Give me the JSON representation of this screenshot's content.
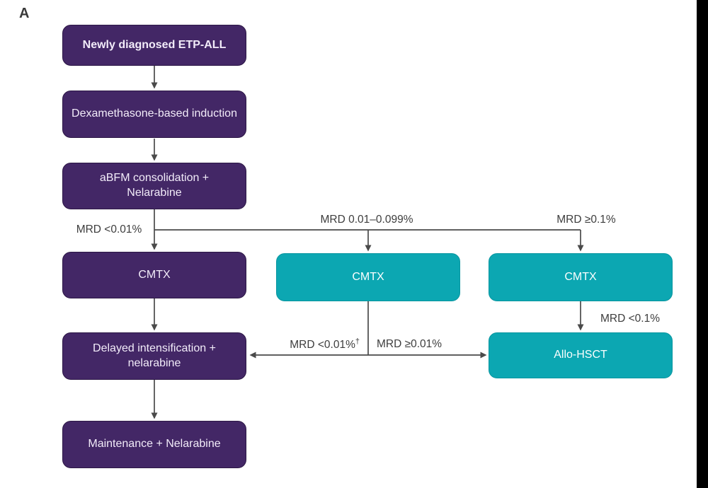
{
  "panel_label": "A",
  "palette": {
    "purple": "#432766",
    "teal": "#0ca7b2",
    "arrow": "#4a4a4a",
    "label_text": "#3d3d3d"
  },
  "diagram": {
    "nodes": {
      "newly_diagnosed": {
        "label": "Newly diagnosed ETP-ALL",
        "color": "purple"
      },
      "induction": {
        "label": "Dexamethasone-based induction",
        "color": "purple"
      },
      "consolidation": {
        "label": "aBFM consolidation + Nelarabine",
        "color": "purple"
      },
      "cmtx_left": {
        "label": "CMTX",
        "color": "purple"
      },
      "cmtx_mid": {
        "label": "CMTX",
        "color": "teal"
      },
      "cmtx_right": {
        "label": "CMTX",
        "color": "teal"
      },
      "delayed_intensification": {
        "label": "Delayed intensification + nelarabine",
        "color": "purple"
      },
      "allo_hsct": {
        "label": "Allo-HSCT",
        "color": "teal"
      },
      "maintenance": {
        "label": "Maintenance + Nelarabine",
        "color": "purple"
      }
    },
    "edge_labels": {
      "mrd_lt_001": "MRD <0.01%",
      "mrd_001_0099": "MRD 0.01–0.099%",
      "mrd_ge_01": "MRD ≥0.1%",
      "mrd_lt_001_dagger_text": "MRD <0.01%",
      "dagger": "†",
      "mrd_ge_001": "MRD ≥0.01%",
      "mrd_lt_01": "MRD <0.1%"
    },
    "edges": [
      {
        "from": "newly_diagnosed",
        "to": "induction"
      },
      {
        "from": "induction",
        "to": "consolidation"
      },
      {
        "from": "consolidation",
        "to": "cmtx_left",
        "label": "MRD <0.01%"
      },
      {
        "from": "consolidation",
        "to": "cmtx_mid",
        "label": "MRD 0.01–0.099%"
      },
      {
        "from": "consolidation",
        "to": "cmtx_right",
        "label": "MRD ≥0.1%"
      },
      {
        "from": "cmtx_left",
        "to": "delayed_intensification"
      },
      {
        "from": "cmtx_mid",
        "to": "delayed_intensification",
        "label": "MRD <0.01%†"
      },
      {
        "from": "cmtx_mid",
        "to": "allo_hsct",
        "label": "MRD ≥0.01%"
      },
      {
        "from": "cmtx_right",
        "to": "allo_hsct",
        "label": "MRD <0.1%"
      },
      {
        "from": "delayed_intensification",
        "to": "maintenance"
      }
    ]
  }
}
